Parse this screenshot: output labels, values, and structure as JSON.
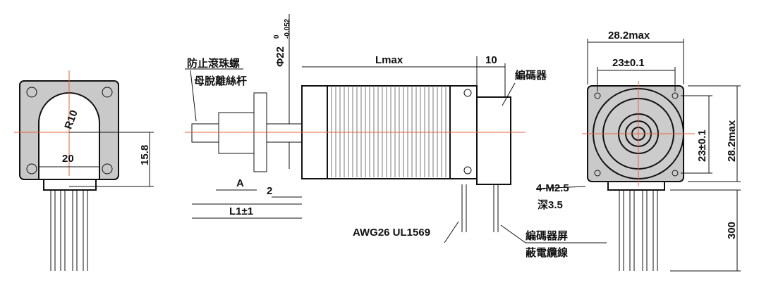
{
  "left_view": {
    "radius": "R10",
    "width": "20",
    "height": "15.8"
  },
  "side_view": {
    "note_line1": "防止滾珠螺",
    "note_line2": "母脫離絲杆",
    "shaft_dia": "Φ22",
    "tol_upper": "0",
    "tol_lower": "-0.052",
    "length": "Lmax",
    "encoder_len": "10",
    "encoder_label": "編碼器",
    "dim_a": "A",
    "dim_2": "2",
    "dim_l1": "L1±1",
    "wire_label": "AWG26 UL1569",
    "cable_line1": "編碼器屏",
    "cable_line2": "蔽電纜線"
  },
  "front_view": {
    "outer_w": "28.2max",
    "hole_w": "23±0.1",
    "hole_h": "23±0.1",
    "outer_h": "28.2max",
    "screw": "4-M2.5",
    "depth": "深3.5",
    "lead_len": "300"
  }
}
